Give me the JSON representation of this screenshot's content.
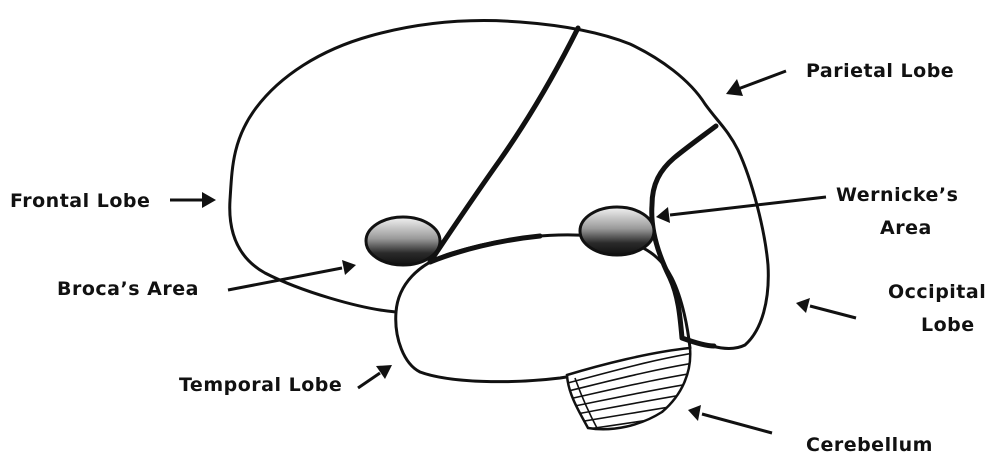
{
  "diagram": {
    "labels": {
      "parietal": "Parietal Lobe",
      "frontal": "Frontal Lobe",
      "wernicke_line1": "Wernicke’s",
      "wernicke_line2": "Area",
      "broca": "Broca’s Area",
      "occipital_line1": "Occipital",
      "occipital_line2": "Lobe",
      "temporal": "Temporal Lobe",
      "cerebellum": "Cerebellum"
    },
    "colors": {
      "line": "#111111",
      "area_dark": "#111111",
      "area_light": "#e6e6e6",
      "background": "#ffffff"
    }
  }
}
